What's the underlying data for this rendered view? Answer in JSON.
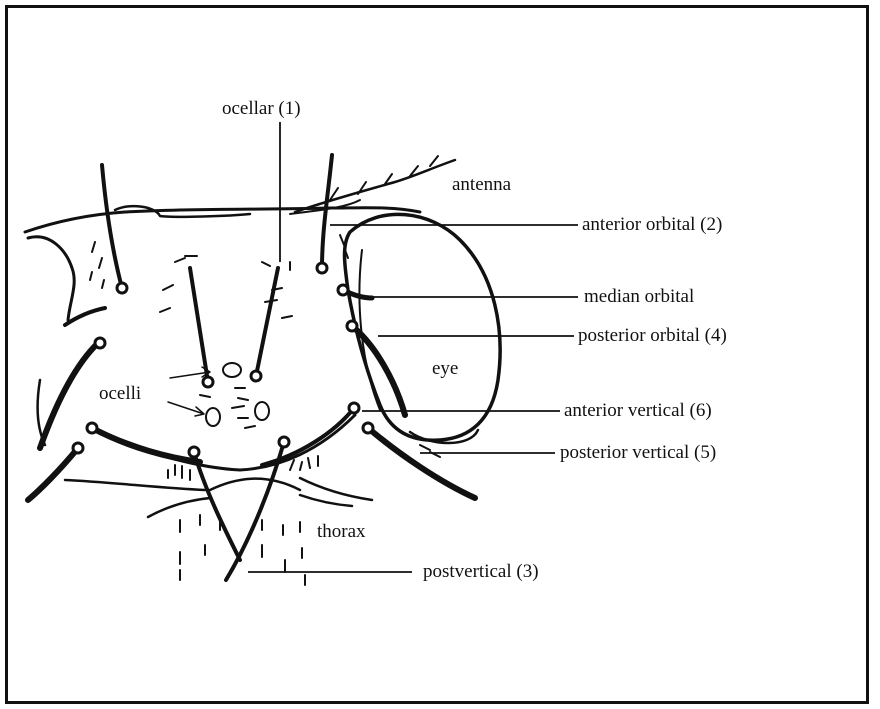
{
  "labels": {
    "ocellar": "ocellar (1)",
    "antenna": "antenna",
    "anterior_orbital": "anterior orbital (2)",
    "median_orbital": "median  orbital",
    "posterior_orbital": "posterior orbital (4)",
    "eye": "eye",
    "ocelli": "ocelli",
    "anterior_vertical": "anterior vertical (6)",
    "posterior_vertical": "posterior vertical (5)",
    "thorax": "thorax",
    "postvertical": "postvertical (3)"
  }
}
